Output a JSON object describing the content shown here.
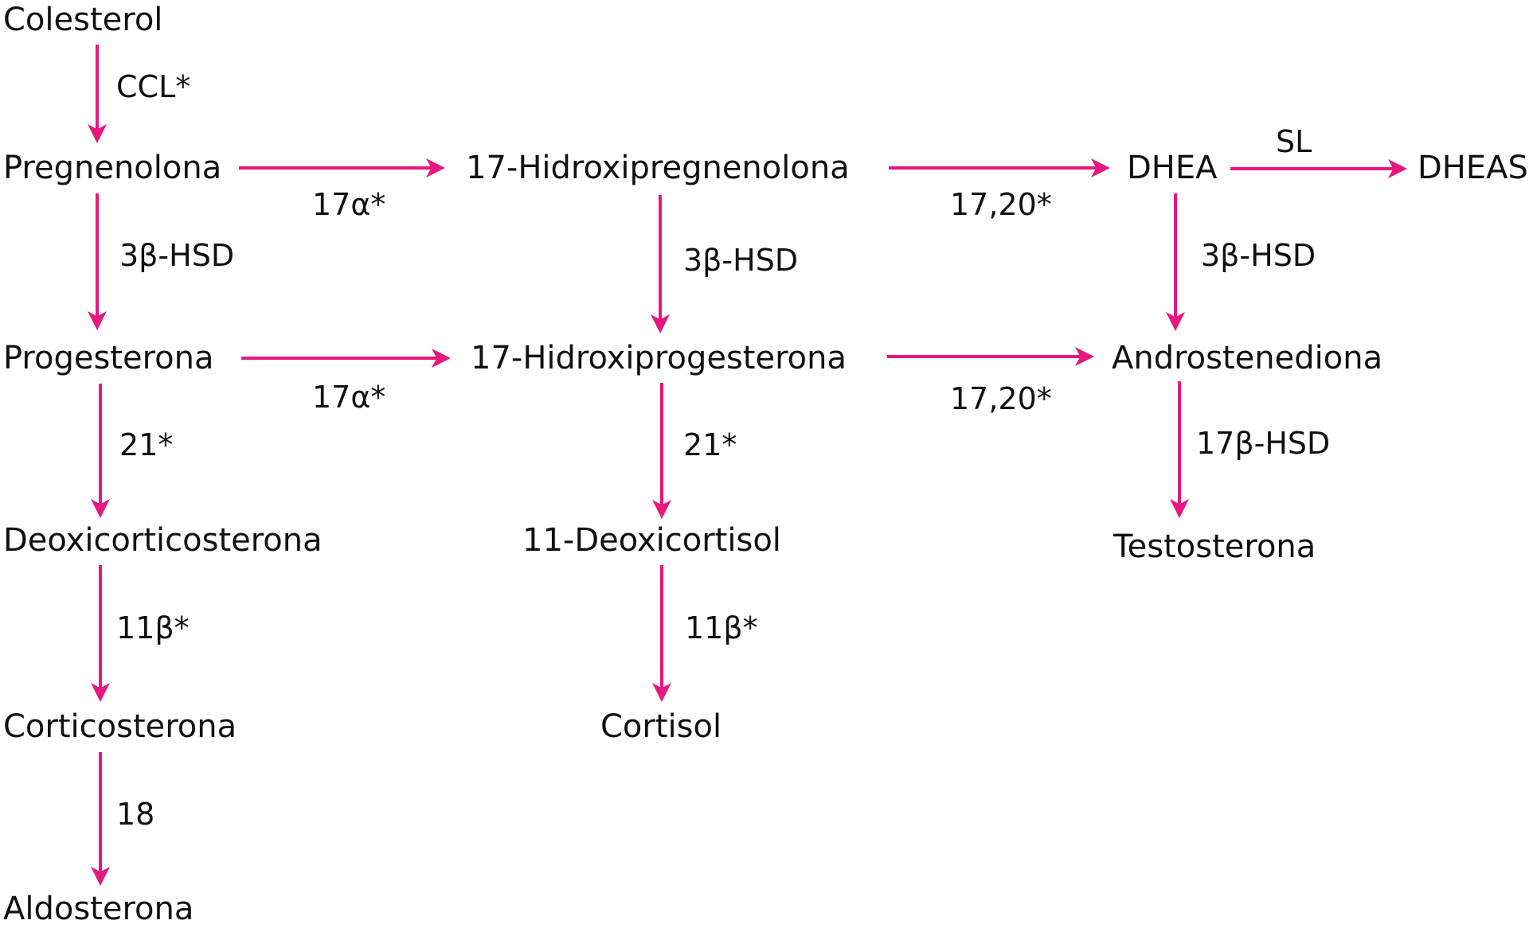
{
  "colors": {
    "arrow": "#e6177e",
    "text": "#111111"
  },
  "nodes": {
    "colesterol": "Colesterol",
    "pregnenolona": "Pregnenolona",
    "hidroxipregnenolona": "17-Hidroxipregnenolona",
    "dhea": "DHEA",
    "dheas": "DHEAS",
    "progesterona": "Progesterona",
    "hidroxiprogesterona": "17-Hidroxiprogesterona",
    "androstenediona": "Androstenediona",
    "deoxicorticosterona": "Deoxicorticosterona",
    "deoxicortisol": "11-Deoxicortisol",
    "testosterona": "Testosterona",
    "corticosterona": "Corticosterona",
    "cortisol": "Cortisol",
    "aldosterona": "Aldosterona"
  },
  "enzymes": {
    "ccl": "CCL*",
    "alpha17_top": "17α*",
    "lyase_top": "17,20*",
    "sl": "SL",
    "hsd3b_left": "3β-HSD",
    "hsd3b_mid": "3β-HSD",
    "hsd3b_right": "3β-HSD",
    "alpha17_bottom": "17α*",
    "lyase_bottom": "17,20*",
    "h21_left": "21*",
    "h21_mid": "21*",
    "hsd17b": "17β-HSD",
    "h11b_left": "11β*",
    "h11b_mid": "11β*",
    "h18": "18"
  },
  "edges": [
    {
      "from": "Colesterol",
      "to": "Pregnenolona",
      "enzyme": "CCL*"
    },
    {
      "from": "Pregnenolona",
      "to": "17-Hidroxipregnenolona",
      "enzyme": "17α*"
    },
    {
      "from": "17-Hidroxipregnenolona",
      "to": "DHEA",
      "enzyme": "17,20*"
    },
    {
      "from": "DHEA",
      "to": "DHEAS",
      "enzyme": "SL"
    },
    {
      "from": "Pregnenolona",
      "to": "Progesterona",
      "enzyme": "3β-HSD"
    },
    {
      "from": "17-Hidroxipregnenolona",
      "to": "17-Hidroxiprogesterona",
      "enzyme": "3β-HSD"
    },
    {
      "from": "DHEA",
      "to": "Androstenediona",
      "enzyme": "3β-HSD"
    },
    {
      "from": "Progesterona",
      "to": "17-Hidroxiprogesterona",
      "enzyme": "17α*"
    },
    {
      "from": "17-Hidroxiprogesterona",
      "to": "Androstenediona",
      "enzyme": "17,20*"
    },
    {
      "from": "Progesterona",
      "to": "Deoxicorticosterona",
      "enzyme": "21*"
    },
    {
      "from": "17-Hidroxiprogesterona",
      "to": "11-Deoxicortisol",
      "enzyme": "21*"
    },
    {
      "from": "Androstenediona",
      "to": "Testosterona",
      "enzyme": "17β-HSD"
    },
    {
      "from": "Deoxicorticosterona",
      "to": "Corticosterona",
      "enzyme": "11β*"
    },
    {
      "from": "11-Deoxicortisol",
      "to": "Cortisol",
      "enzyme": "11β*"
    },
    {
      "from": "Corticosterona",
      "to": "Aldosterona",
      "enzyme": "18"
    }
  ]
}
